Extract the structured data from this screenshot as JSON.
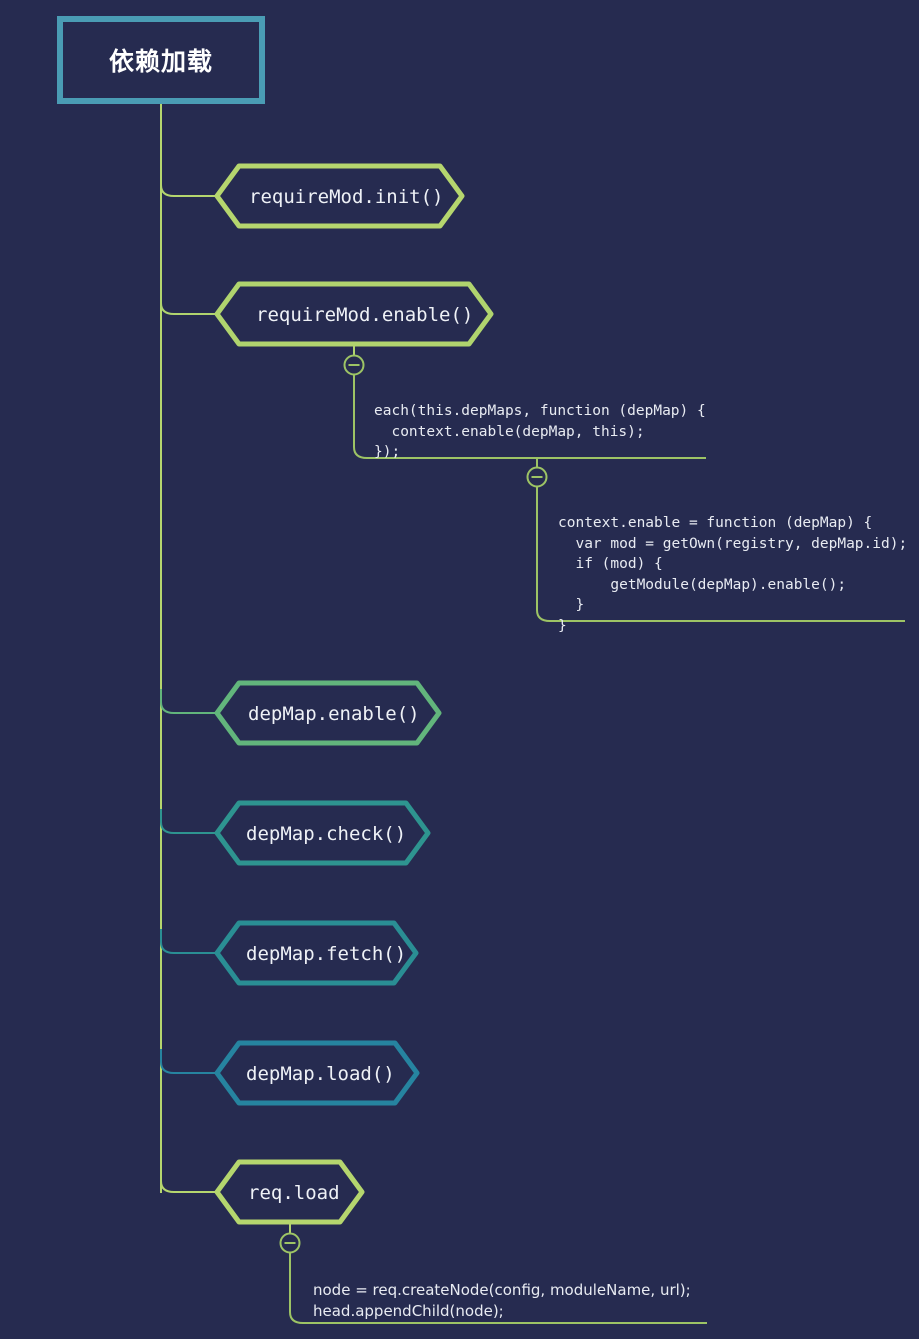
{
  "diagram": {
    "type": "mindmap-flowchart",
    "background_color": "#262b50",
    "title_box": {
      "label": "依赖加载",
      "border_color": "#4a9cb4",
      "text_color": "#ffffff"
    },
    "trunk_color": "#b5d66e",
    "nodes": [
      {
        "id": "requireMod-init",
        "label": "requireMod.init()",
        "shape": "hexagon",
        "color": "#b5d66e"
      },
      {
        "id": "requireMod-enable",
        "label": "requireMod.enable()",
        "shape": "hexagon",
        "color": "#b0d46e"
      },
      {
        "id": "depMap-enable",
        "label": "depMap.enable()",
        "shape": "hexagon",
        "color": "#62b57c"
      },
      {
        "id": "depMap-check",
        "label": "depMap.check()",
        "shape": "hexagon",
        "color": "#2e9490"
      },
      {
        "id": "depMap-fetch",
        "label": "depMap.fetch()",
        "shape": "hexagon",
        "color": "#2a8e94"
      },
      {
        "id": "depMap-load",
        "label": "depMap.load()",
        "shape": "hexagon",
        "color": "#2684a0"
      },
      {
        "id": "req-load",
        "label": "req.load",
        "shape": "hexagon",
        "color": "#b5d66e"
      }
    ],
    "code_blocks": [
      {
        "id": "each-depmaps",
        "parent": "requireMod-enable",
        "font": "mono",
        "lines": [
          "each(this.depMaps, function (depMap) {",
          "  context.enable(depMap, this);",
          "});"
        ]
      },
      {
        "id": "context-enable",
        "parent": "each-depmaps",
        "font": "mono",
        "lines": [
          "context.enable = function (depMap) {",
          "  var mod = getOwn(registry, depMap.id);",
          "  if (mod) {",
          "      getModule(depMap).enable();",
          "  }",
          "}"
        ]
      },
      {
        "id": "req-createnode",
        "parent": "req-load",
        "font": "sans",
        "lines": [
          "node = req.createNode(config, moduleName, url);",
          "head.appendChild(node);"
        ]
      }
    ],
    "collapse_toggles": [
      {
        "id": "toggle-requireMod-enable",
        "state": "expanded",
        "glyph": "minus"
      },
      {
        "id": "toggle-each-depmaps",
        "state": "expanded",
        "glyph": "minus"
      },
      {
        "id": "toggle-req-load",
        "state": "expanded",
        "glyph": "minus"
      }
    ]
  }
}
